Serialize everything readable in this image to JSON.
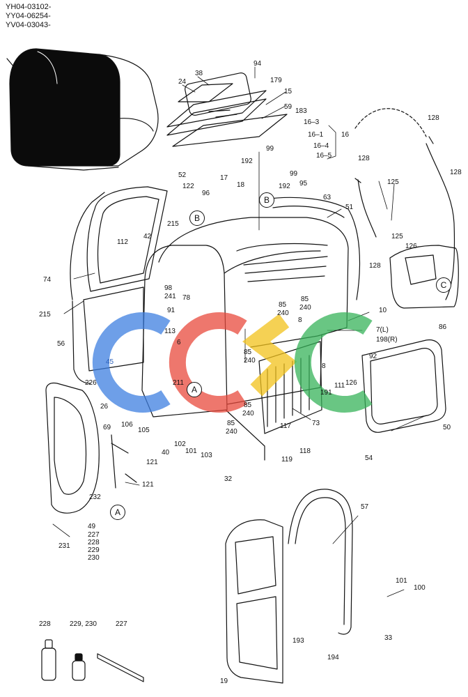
{
  "serials": [
    "YH04-03102-",
    "YY04-06254-",
    "YV04-03043-"
  ],
  "callouts": [
    "B",
    "B",
    "C",
    "A",
    "A"
  ],
  "watermark": {
    "text": "45",
    "colors": {
      "blue": "#3d7fe0",
      "red": "#e84a3c",
      "yellow": "#f2c21b",
      "green": "#37b35a"
    }
  },
  "labels": [
    {
      "id": "p94",
      "text": "94"
    },
    {
      "id": "p179",
      "text": "179"
    },
    {
      "id": "p24",
      "text": "24"
    },
    {
      "id": "p38",
      "text": "38"
    },
    {
      "id": "p15",
      "text": "15"
    },
    {
      "id": "p59",
      "text": "59"
    },
    {
      "id": "p183",
      "text": "183"
    },
    {
      "id": "p16_3",
      "text": "16–3"
    },
    {
      "id": "p16_1",
      "text": "16–1"
    },
    {
      "id": "p16",
      "text": "16"
    },
    {
      "id": "p16_4",
      "text": "16–4"
    },
    {
      "id": "p16_5",
      "text": "16–5"
    },
    {
      "id": "p99a",
      "text": "99"
    },
    {
      "id": "p192a",
      "text": "192"
    },
    {
      "id": "p99b",
      "text": "99"
    },
    {
      "id": "p192b",
      "text": "192"
    },
    {
      "id": "p95",
      "text": "95"
    },
    {
      "id": "p52",
      "text": "52"
    },
    {
      "id": "p122",
      "text": "122"
    },
    {
      "id": "p96",
      "text": "96"
    },
    {
      "id": "p17",
      "text": "17"
    },
    {
      "id": "p18",
      "text": "18"
    },
    {
      "id": "p128a",
      "text": "128"
    },
    {
      "id": "p128b",
      "text": "128"
    },
    {
      "id": "p128c",
      "text": "128"
    },
    {
      "id": "p128d",
      "text": "128"
    },
    {
      "id": "p125a",
      "text": "125"
    },
    {
      "id": "p125b",
      "text": "125"
    },
    {
      "id": "p126a",
      "text": "126"
    },
    {
      "id": "p63",
      "text": "63"
    },
    {
      "id": "p51",
      "text": "51"
    },
    {
      "id": "p215a",
      "text": "215"
    },
    {
      "id": "p112",
      "text": "112"
    },
    {
      "id": "p42",
      "text": "42"
    },
    {
      "id": "p74",
      "text": "74"
    },
    {
      "id": "p98",
      "text": "98"
    },
    {
      "id": "p241",
      "text": "241"
    },
    {
      "id": "p78",
      "text": "78"
    },
    {
      "id": "p91",
      "text": "91"
    },
    {
      "id": "p215b",
      "text": "215"
    },
    {
      "id": "p56",
      "text": "56"
    },
    {
      "id": "p113",
      "text": "113"
    },
    {
      "id": "p6",
      "text": "6"
    },
    {
      "id": "p85a",
      "text": "85"
    },
    {
      "id": "p240a",
      "text": "240"
    },
    {
      "id": "p85b",
      "text": "85"
    },
    {
      "id": "p240b",
      "text": "240"
    },
    {
      "id": "p8a",
      "text": "8"
    },
    {
      "id": "p10",
      "text": "10"
    },
    {
      "id": "p7L",
      "text": "7(L)"
    },
    {
      "id": "p198R",
      "text": "198(R)"
    },
    {
      "id": "p86",
      "text": "86"
    },
    {
      "id": "p85c",
      "text": "85"
    },
    {
      "id": "p240c",
      "text": "240"
    },
    {
      "id": "p92",
      "text": "92"
    },
    {
      "id": "p8b",
      "text": "8"
    },
    {
      "id": "p111",
      "text": "111"
    },
    {
      "id": "p126b",
      "text": "126"
    },
    {
      "id": "p191",
      "text": "191"
    },
    {
      "id": "p211",
      "text": "211"
    },
    {
      "id": "p226",
      "text": "226"
    },
    {
      "id": "p26",
      "text": "26"
    },
    {
      "id": "p106",
      "text": "106"
    },
    {
      "id": "p105",
      "text": "105"
    },
    {
      "id": "p85d",
      "text": "85"
    },
    {
      "id": "p240d",
      "text": "240"
    },
    {
      "id": "p85e",
      "text": "85"
    },
    {
      "id": "p240e",
      "text": "240"
    },
    {
      "id": "p117",
      "text": "117"
    },
    {
      "id": "p73",
      "text": "73"
    },
    {
      "id": "p50",
      "text": "50"
    },
    {
      "id": "p69",
      "text": "69"
    },
    {
      "id": "p121a",
      "text": "121"
    },
    {
      "id": "p40",
      "text": "40"
    },
    {
      "id": "p102",
      "text": "102"
    },
    {
      "id": "p101a",
      "text": "101"
    },
    {
      "id": "p103",
      "text": "103"
    },
    {
      "id": "p119",
      "text": "119"
    },
    {
      "id": "p118",
      "text": "118"
    },
    {
      "id": "p54",
      "text": "54"
    },
    {
      "id": "p32",
      "text": "32"
    },
    {
      "id": "p121b",
      "text": "121"
    },
    {
      "id": "p232",
      "text": "232"
    },
    {
      "id": "p49",
      "text": "49"
    },
    {
      "id": "p227a",
      "text": "227"
    },
    {
      "id": "p228a",
      "text": "228"
    },
    {
      "id": "p229",
      "text": "229"
    },
    {
      "id": "p230",
      "text": "230"
    },
    {
      "id": "p231",
      "text": "231"
    },
    {
      "id": "p57",
      "text": "57"
    },
    {
      "id": "p101b",
      "text": "101"
    },
    {
      "id": "p100",
      "text": "100"
    },
    {
      "id": "p33",
      "text": "33"
    },
    {
      "id": "p193",
      "text": "193"
    },
    {
      "id": "p194",
      "text": "194"
    },
    {
      "id": "p19",
      "text": "19"
    },
    {
      "id": "p228b",
      "text": "228"
    },
    {
      "id": "p229_230",
      "text": "229, 230"
    },
    {
      "id": "p227b",
      "text": "227"
    }
  ]
}
